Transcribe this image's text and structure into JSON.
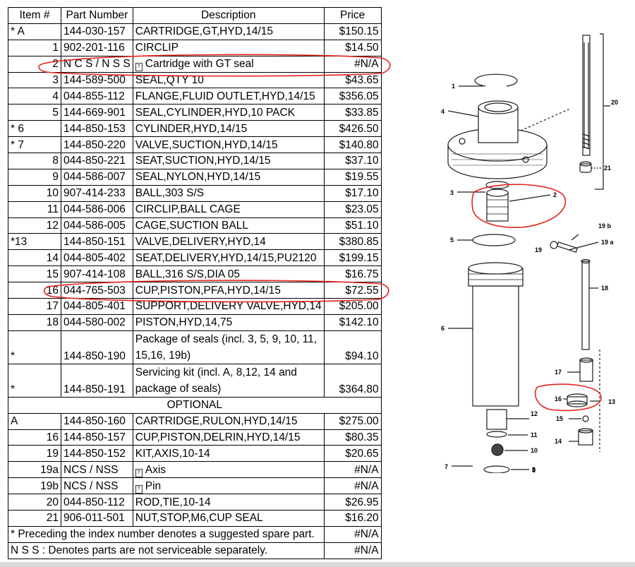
{
  "table": {
    "headers": {
      "item": "Item #",
      "part": "Part Number",
      "description": "Description",
      "price": "Price"
    },
    "rows": [
      {
        "item": "* A",
        "part": "144-030-157",
        "description": "CARTRIDGE,GT,HYD,14/15",
        "price": "$150.15"
      },
      {
        "item": "1",
        "part": "902-201-116",
        "description": "CIRCLIP",
        "price": "$14.50"
      },
      {
        "item": "2",
        "part": "N C S / N S S",
        "description": "Cartridge with GT seal",
        "price": "#N/A"
      },
      {
        "item": "3",
        "part": "144-589-500",
        "description": "SEAL,QTY 10",
        "price": "$43.65"
      },
      {
        "item": "4",
        "part": "044-855-112",
        "description": "FLANGE,FLUID OUTLET,HYD,14/15",
        "price": "$356.05"
      },
      {
        "item": "5",
        "part": "144-669-901",
        "description": "SEAL,CYLINDER,HYD,10 PACK",
        "price": "$33.85"
      },
      {
        "item": "* 6",
        "part": "144-850-153",
        "description": "CYLINDER,HYD,14/15",
        "price": "$426.50"
      },
      {
        "item": "* 7",
        "part": "144-850-220",
        "description": "VALVE,SUCTION,HYD,14/15",
        "price": "$140.80"
      },
      {
        "item": "8",
        "part": "044-850-221",
        "description": "SEAT,SUCTION,HYD,14/15",
        "price": "$37.10"
      },
      {
        "item": "9",
        "part": "044-586-007",
        "description": "SEAL,NYLON,HYD,14/15",
        "price": "$19.55"
      },
      {
        "item": "10",
        "part": "907-414-233",
        "description": "BALL,303 S/S",
        "price": "$17.10"
      },
      {
        "item": "11",
        "part": "044-586-006",
        "description": "CIRCLIP,BALL CAGE",
        "price": "$23.05"
      },
      {
        "item": "12",
        "part": "044-586-005",
        "description": "CAGE,SUCTION BALL",
        "price": "$51.10"
      },
      {
        "item": "*13",
        "part": "144-850-151",
        "description": "VALVE,DELIVERY,HYD,14",
        "price": "$380.85"
      },
      {
        "item": "14",
        "part": "044-805-402",
        "description": "SEAT,DELIVERY,HYD,14/15,PU2120",
        "price": "$199.15"
      },
      {
        "item": "15",
        "part": "907-414-108",
        "description": "BALL,316 S/S,DIA 05",
        "price": "$16.75"
      },
      {
        "item": "16",
        "part": "044-765-503",
        "description": "CUP,PISTON,PFA,HYD,14/15",
        "price": "$72.55"
      },
      {
        "item": "17",
        "part": "044-805-401",
        "description": "SUPPORT,DELIVERY VALVE,HYD,14",
        "price": "$205.00"
      },
      {
        "item": "18",
        "part": "044-580-002",
        "description": "PISTON,HYD,14,75",
        "price": "$142.10"
      }
    ],
    "kits": [
      {
        "item": "*",
        "part": "144-850-190",
        "description": "Package of seals (incl. 3, 5, 9, 10, 11, 15,16, 19b)",
        "price": "$94.10"
      },
      {
        "item": "*",
        "part": "144-850-191",
        "description": "Servicing kit (incl. A, 8,12, 14 and package of seals)",
        "price": "$364.80"
      }
    ],
    "optional_label": "OPTIONAL",
    "optional_rows": [
      {
        "item": "A",
        "part": "144-850-160",
        "description": "CARTRIDGE,RULON,HYD,14/15",
        "price": "$275.00"
      },
      {
        "item": "16",
        "part": "144-850-157",
        "description": "CUP,PISTON,DELRIN,HYD,14/15",
        "price": "$80.35"
      },
      {
        "item": "19",
        "part": "144-850-152",
        "description": "KIT,AXIS,10-14",
        "price": "$20.65"
      },
      {
        "item": "19a",
        "part": "NCS / NSS",
        "description": "Axis",
        "price": "#N/A"
      },
      {
        "item": "19b",
        "part": "NCS / NSS",
        "description": "Pin",
        "price": "#N/A"
      },
      {
        "item": "20",
        "part": "044-850-112",
        "description": "ROD,TIE,10-14",
        "price": "$26.95"
      },
      {
        "item": "21",
        "part": "906-011-501",
        "description": "NUT,STOP,M6,CUP SEAL",
        "price": "$16.20"
      }
    ],
    "notes": [
      {
        "text": "* Preceding the index number denotes a suggested spare part.",
        "price": "#N/A"
      },
      {
        "text": "N S S : Denotes parts are not serviceable separately.",
        "price": "#N/A"
      }
    ]
  },
  "diagram": {
    "callouts": [
      "1",
      "2",
      "3",
      "4",
      "5",
      "6",
      "7",
      "8",
      "9",
      "10",
      "11",
      "12",
      "13",
      "14",
      "15",
      "16",
      "17",
      "18",
      "19",
      "19 a",
      "19 b",
      "20",
      "21"
    ]
  },
  "colors": {
    "annotation_red": "#e8231c",
    "border": "#000000",
    "line_art": "#1a1a1a",
    "strip": "#d9d9d9"
  }
}
